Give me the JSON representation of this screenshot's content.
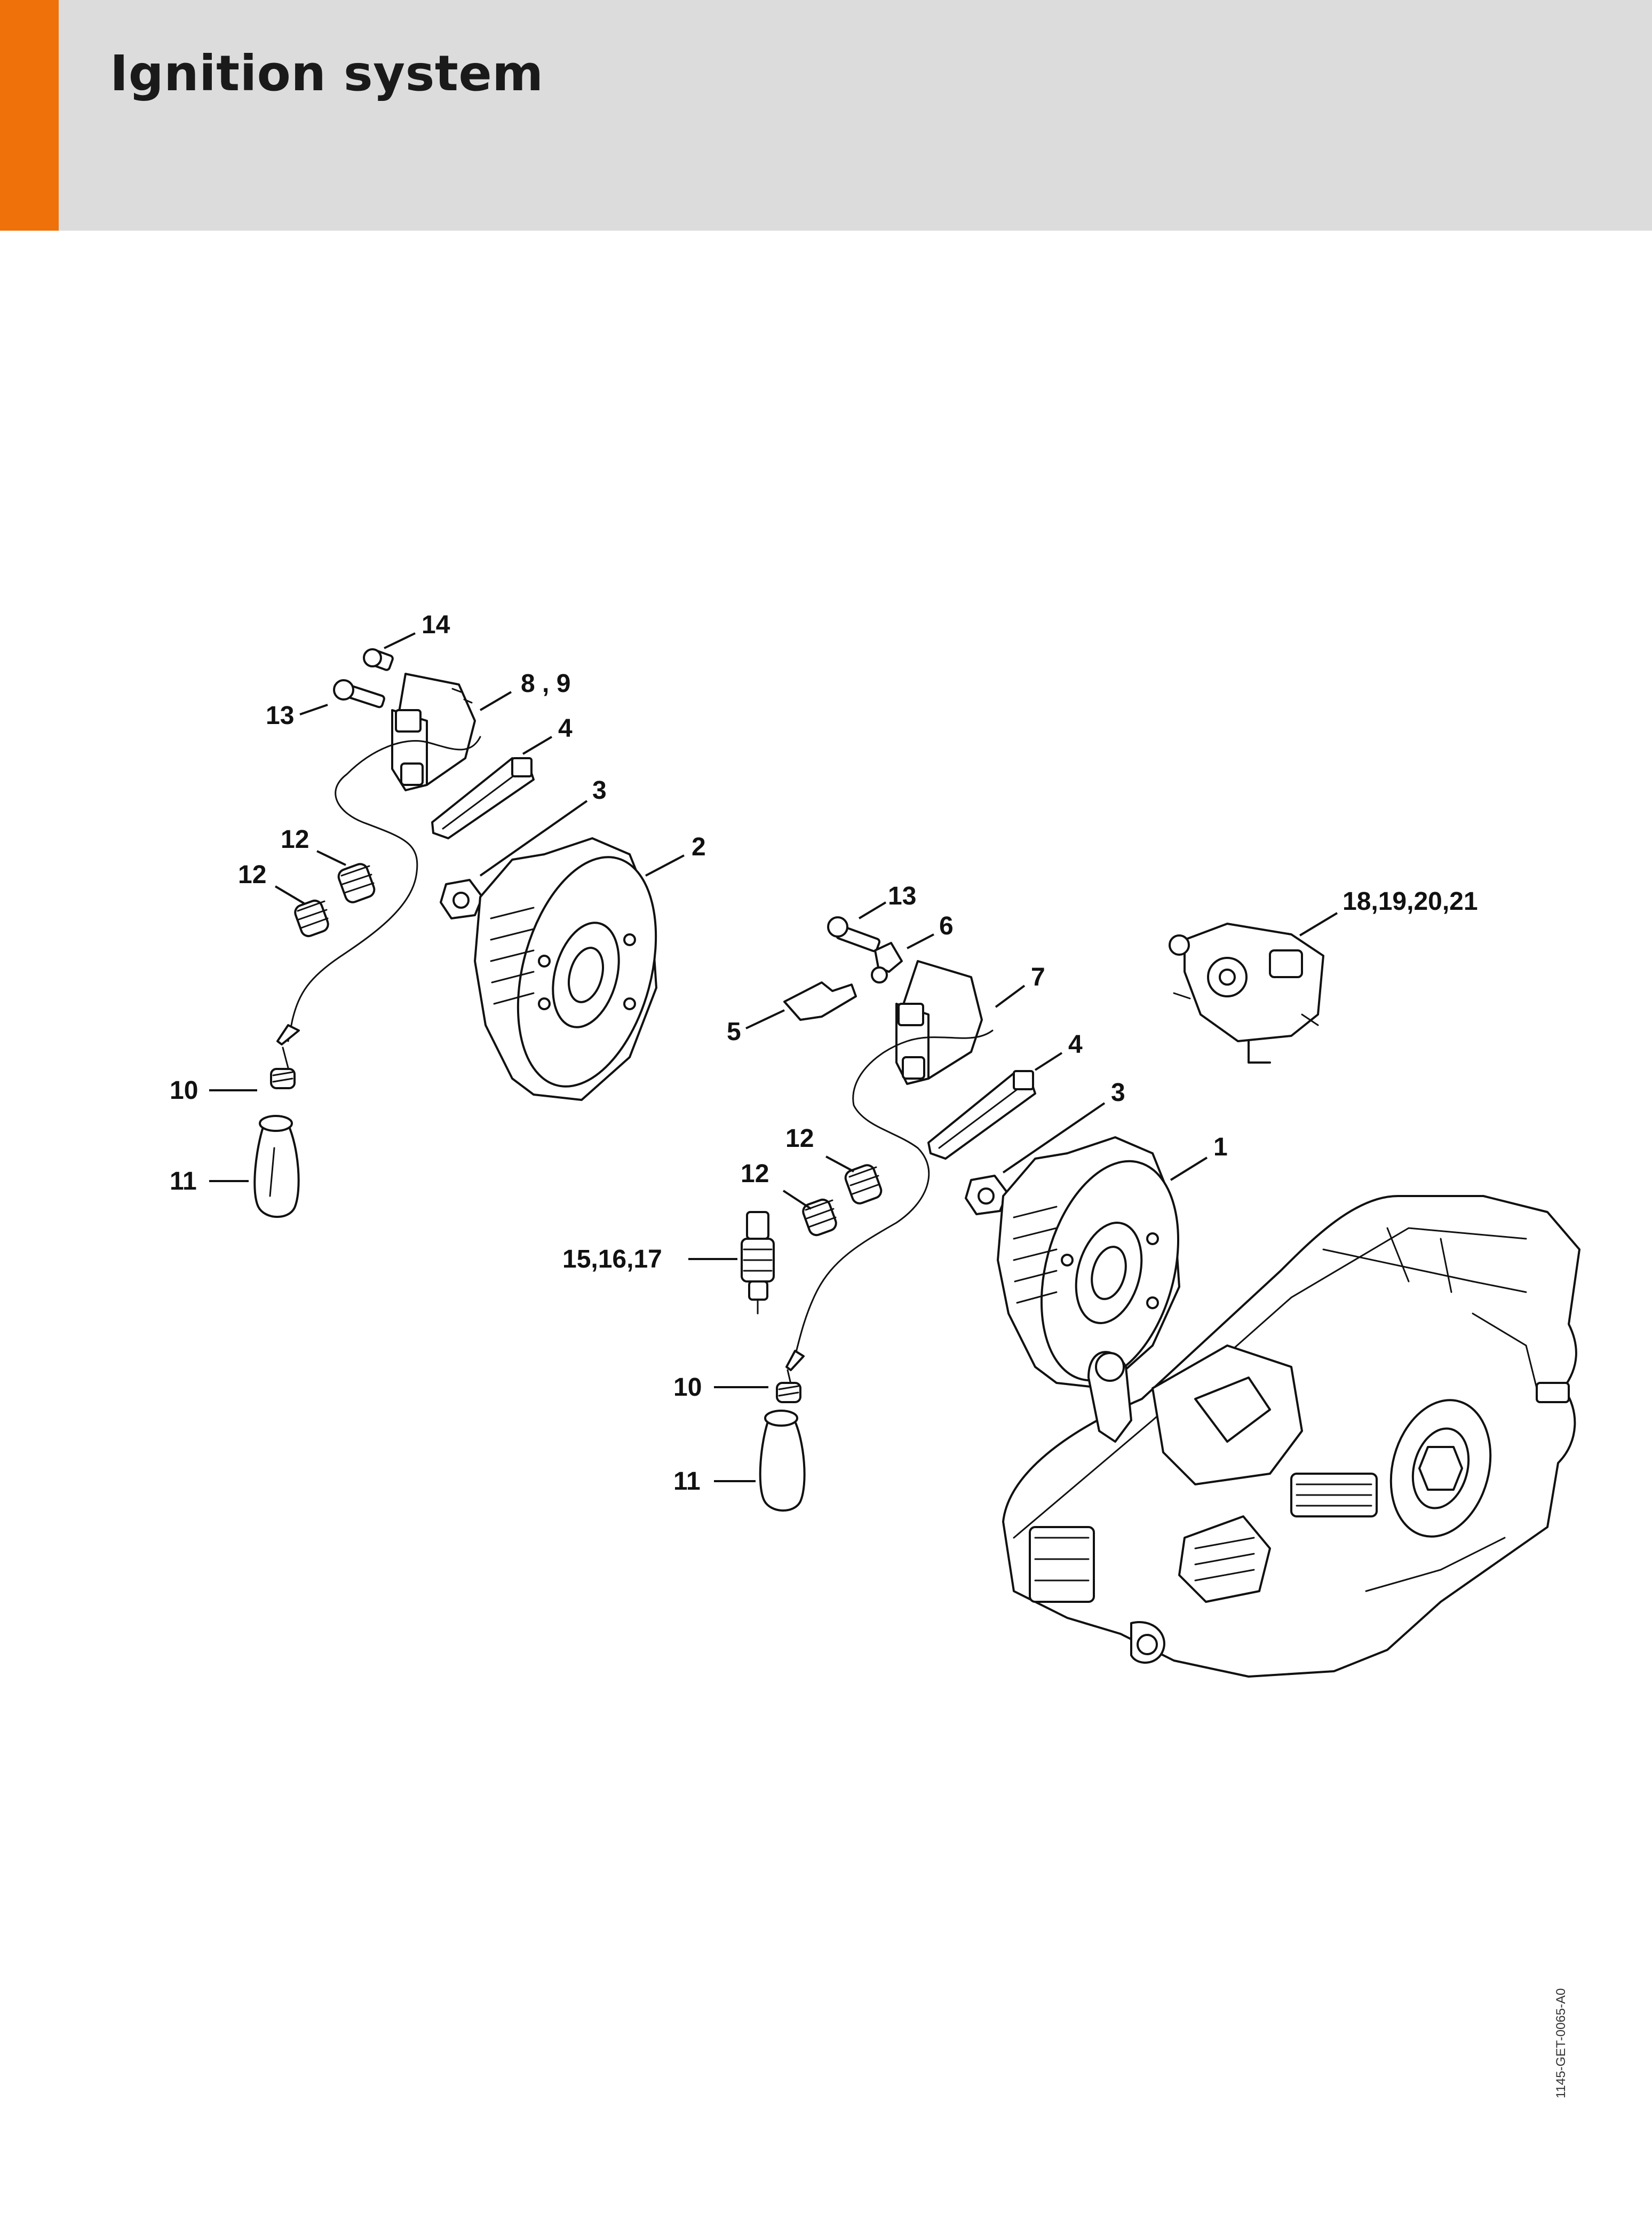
{
  "header": {
    "title": "Ignition system",
    "accent_color": "#ef7109",
    "background_color": "#dcdcdc"
  },
  "diagram": {
    "callouts": {
      "c14": "14",
      "c13a": "13",
      "c89": "8 , 9",
      "c4a": "4",
      "c3a": "3",
      "c2": "2",
      "c12a": "12",
      "c12b": "12",
      "c10a": "10",
      "c11a": "11",
      "c13b": "13",
      "c6": "6",
      "c7": "7",
      "c5": "5",
      "c4b": "4",
      "c3b": "3",
      "c1": "1",
      "c12c": "12",
      "c12d": "12",
      "c151617": "15,16,17",
      "c10b": "10",
      "c11b": "11",
      "c18": "18,19,20,21"
    }
  },
  "footer": {
    "doc_code": "1145-GET-0065-A0"
  }
}
